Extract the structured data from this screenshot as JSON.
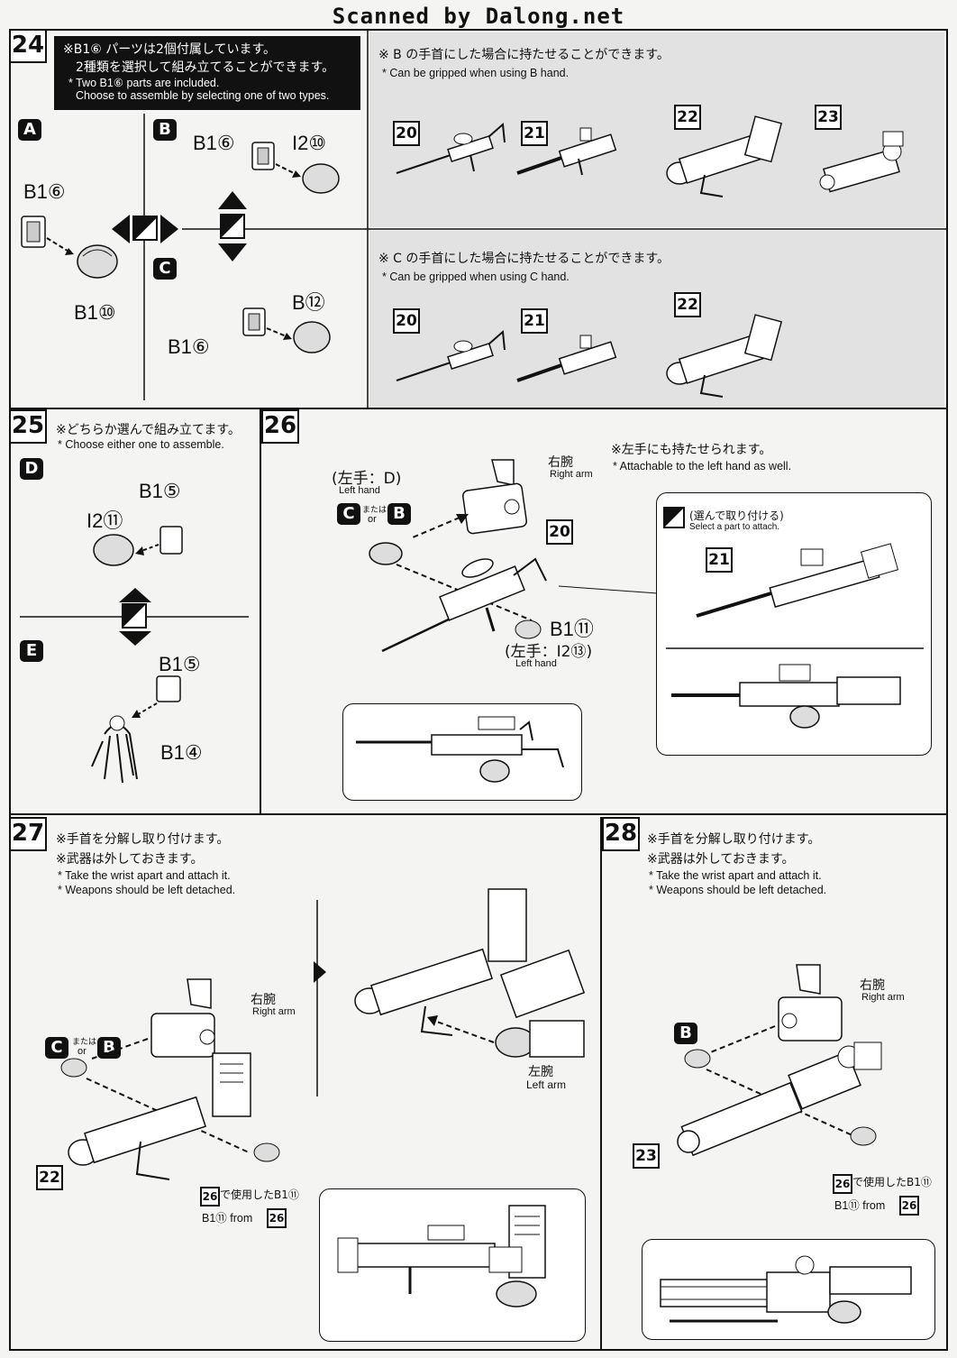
{
  "watermark": "Scanned by Dalong.net",
  "step24": {
    "num": "24",
    "notice_jp1": "※B1⑥ パーツは2個付属しています。",
    "notice_jp2": "2種類を選択して組み立てることができます。",
    "notice_en1": "* Two B1⑥ parts are included.",
    "notice_en2": "Choose to assemble by selecting one of two types.",
    "label_a": "A",
    "label_b": "B",
    "label_c": "C",
    "a_part1": "B1⑥",
    "a_part2": "B1⑩",
    "b_part1": "B1⑥",
    "b_part2": "I2⑩",
    "c_part1": "B1⑥",
    "c_part2": "B⑫",
    "grip_b_jp": "※ B の手首にした場合に持たせることができます。",
    "grip_b_en": "* Can be gripped when using B hand.",
    "grip_b_weapons": [
      "20",
      "21",
      "22",
      "23"
    ],
    "grip_c_jp": "※ C の手首にした場合に持たせることができます。",
    "grip_c_en": "* Can be gripped when using C hand.",
    "grip_c_weapons": [
      "20",
      "21",
      "22"
    ]
  },
  "step25": {
    "num": "25",
    "note_jp": "※どちらか選んで組み立てます。",
    "note_en": "* Choose either one to assemble.",
    "label_d": "D",
    "label_e": "E",
    "d_part1": "B1⑤",
    "d_part2": "I2⑪",
    "e_part1": "B1⑤",
    "e_part2": "B1④"
  },
  "step26": {
    "num": "26",
    "left_hand_jp": "(左手：D)",
    "left_hand_en": "Left hand",
    "c_or_b_or": "または",
    "c_or_b_en": "or",
    "right_arm_jp": "右腕",
    "right_arm_en": "Right arm",
    "note_jp": "※左手にも持たせられます。",
    "note_en": "* Attachable to the left hand as well.",
    "weapon_20": "20",
    "weapon_21": "21",
    "part_b1_11": "B1⑪",
    "left_hand2_jp": "(左手：I2⑬)",
    "left_hand2_en": "Left hand",
    "select_jp": "(選んで取り付ける)",
    "select_en": "Select a part to attach."
  },
  "step27": {
    "num": "27",
    "note_jp1": "※手首を分解し取り付けます。",
    "note_jp2": "※武器は外しておきます。",
    "note_en1": "* Take the wrist apart and attach it.",
    "note_en2": "* Weapons should be left detached.",
    "right_arm_jp": "右腕",
    "right_arm_en": "Right arm",
    "left_arm_jp": "左腕",
    "left_arm_en": "Left arm",
    "or_jp": "または",
    "or_en": "or",
    "weapon_22": "22",
    "from_jp": "で使用したB1⑪",
    "from_en_a": "B1⑪ from",
    "from_ref": "26"
  },
  "step28": {
    "num": "28",
    "note_jp1": "※手首を分解し取り付けます。",
    "note_jp2": "※武器は外しておきます。",
    "note_en1": "* Take the wrist apart and attach it.",
    "note_en2": "* Weapons should be left detached.",
    "right_arm_jp": "右腕",
    "right_arm_en": "Right arm",
    "weapon_23": "23",
    "from_jp": "で使用したB1⑪",
    "from_en_a": "B1⑪ from",
    "from_ref": "26"
  }
}
